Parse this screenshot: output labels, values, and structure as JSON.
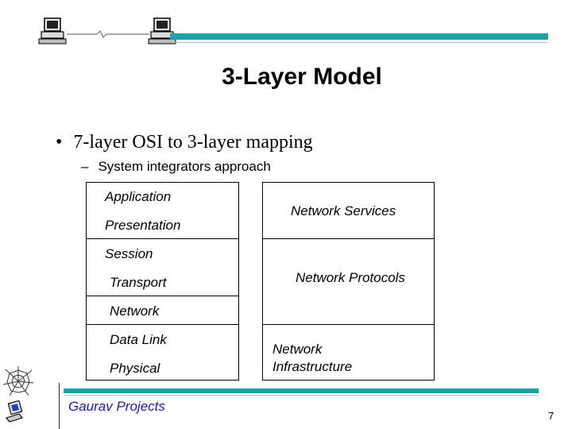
{
  "slide": {
    "title": "3-Layer Model",
    "bullet": "7-layer OSI to 3-layer mapping",
    "sub_bullet": "System integrators approach",
    "bullet_marker": "•",
    "sub_marker": "–"
  },
  "osi_layers": [
    "Application",
    "Presentation",
    "Session",
    "Transport",
    "Network",
    "Data Link",
    "Physical"
  ],
  "three_layers": {
    "services": "Network Services",
    "protocols": "Network Protocols",
    "infrastructure_line1": "Network",
    "infrastructure_line2": "Infrastructure"
  },
  "footer": {
    "label": "Gaurav Projects",
    "page_number": "7"
  },
  "colors": {
    "accent_bar": "#20a0a8",
    "footer_text": "#1a1aa8"
  },
  "icons": [
    "computer-icon",
    "network-cable-icon",
    "spiderweb-icon",
    "laptop-icon"
  ]
}
